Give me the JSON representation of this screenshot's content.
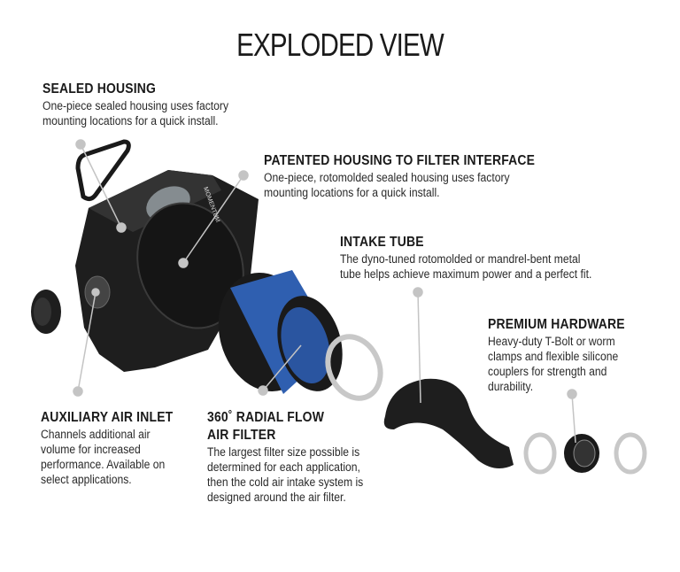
{
  "title": "EXPLODED VIEW",
  "callouts": {
    "sealed_housing": {
      "heading": "SEALED HOUSING",
      "lines": [
        "One-piece sealed housing uses factory",
        "mounting locations for a quick install."
      ]
    },
    "patented_interface": {
      "heading": "PATENTED HOUSING TO FILTER INTERFACE",
      "lines": [
        "One-piece, rotomolded sealed housing uses factory",
        "mounting locations for a quick install."
      ]
    },
    "intake_tube": {
      "heading": "INTAKE TUBE",
      "lines": [
        "The dyno-tuned rotomolded or mandrel-bent metal",
        "tube helps achieve maximum power and a perfect fit."
      ]
    },
    "premium_hardware": {
      "heading": "PREMIUM HARDWARE",
      "lines": [
        "Heavy-duty T-Bolt or worm",
        "clamps and flexible silicone",
        "couplers for strength and",
        "durability."
      ]
    },
    "auxiliary_inlet": {
      "heading": "AUXILIARY AIR INLET",
      "lines": [
        "Channels additional air",
        "volume for increased",
        "performance. Available on",
        "select applications."
      ]
    },
    "radial_filter": {
      "heading_lines": [
        "360˚ RADIAL FLOW",
        "AIR FILTER"
      ],
      "lines": [
        "The largest filter size possible is",
        "determined for each application,",
        "then the cold air intake system is",
        "designed around the air filter."
      ]
    }
  },
  "colors": {
    "filter_blue": "#2f5fb0",
    "part_black": "#1c1c1c",
    "callout_gray": "#bdbdbd",
    "clamp_silver": "#c8c8c8"
  }
}
